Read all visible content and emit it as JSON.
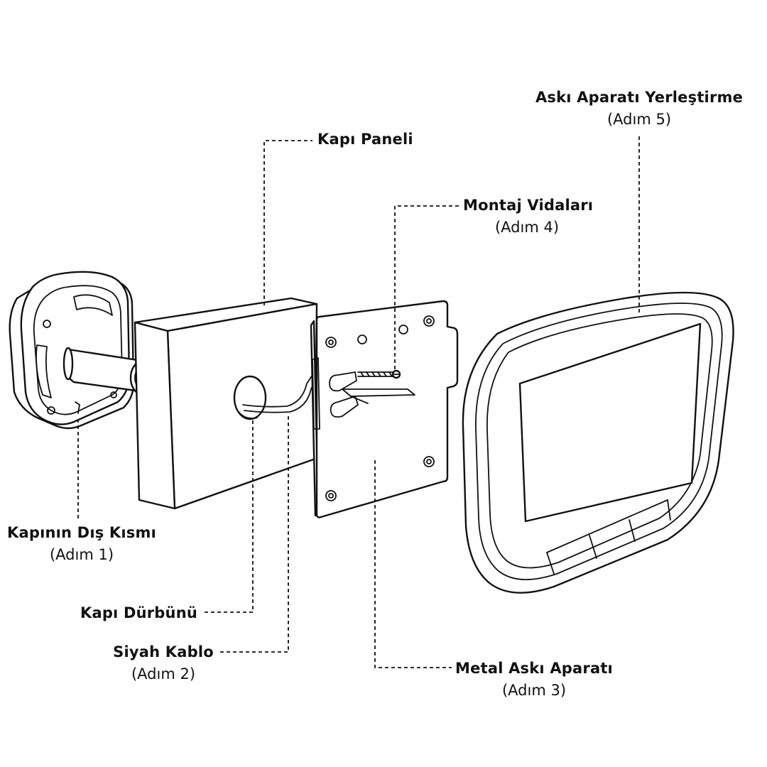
{
  "labels": {
    "door_outside": {
      "title": "Kapının Dış Kısmı",
      "step": "(Adım 1)"
    },
    "door_panel": {
      "title": "Kapı Paneli"
    },
    "door_viewer": {
      "title": "Kapı Dürbünü"
    },
    "black_cable": {
      "title": "Siyah Kablo",
      "step": "(Adım 2)"
    },
    "mounting_screws": {
      "title": "Montaj Vidaları",
      "step": "(Adım 4)"
    },
    "metal_bracket": {
      "title": "Metal Askı Aparatı",
      "step": "(Adım 3)"
    },
    "bracket_placement": {
      "title": "Askı Aparatı Yerleştirme",
      "step": "(Adım 5)"
    }
  },
  "colors": {
    "line": "#111111",
    "background": "#ffffff",
    "text": "#111111"
  }
}
